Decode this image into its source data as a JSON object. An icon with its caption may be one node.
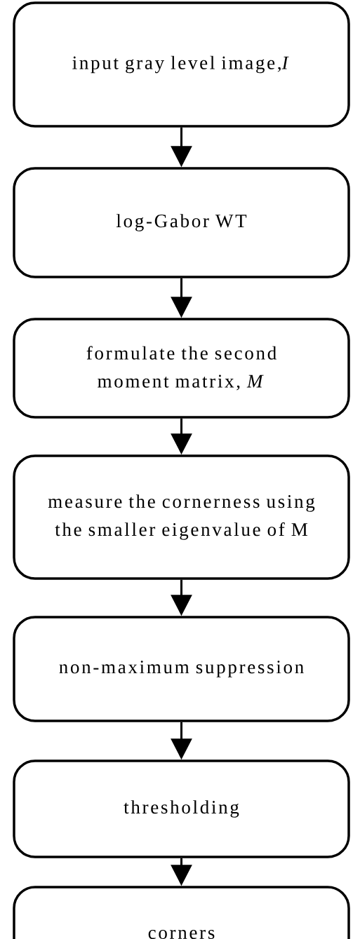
{
  "diagram": {
    "nodes": [
      {
        "text": [
          "input gray level image,*I*"
        ]
      },
      {
        "text": [
          "log-Gabor WT"
        ]
      },
      {
        "text": [
          "formulate the second moment matrix, *M*"
        ]
      },
      {
        "text": [
          "measure the cornerness using the smaller eigenvalue of M"
        ]
      },
      {
        "text": [
          "non-maximum suppression"
        ]
      },
      {
        "text": [
          "thresholding"
        ]
      },
      {
        "text": [
          "corners"
        ]
      }
    ],
    "edges": [
      {
        "from": 0,
        "to": 1,
        "arrow": "to"
      },
      {
        "from": 1,
        "to": 2,
        "arrow": "to"
      },
      {
        "from": 2,
        "to": 3,
        "arrow": "to"
      },
      {
        "from": 3,
        "to": 4,
        "arrow": "to"
      },
      {
        "from": 4,
        "to": 5,
        "arrow": "to"
      },
      {
        "from": 5,
        "to": 6,
        "arrow": "to"
      }
    ]
  }
}
